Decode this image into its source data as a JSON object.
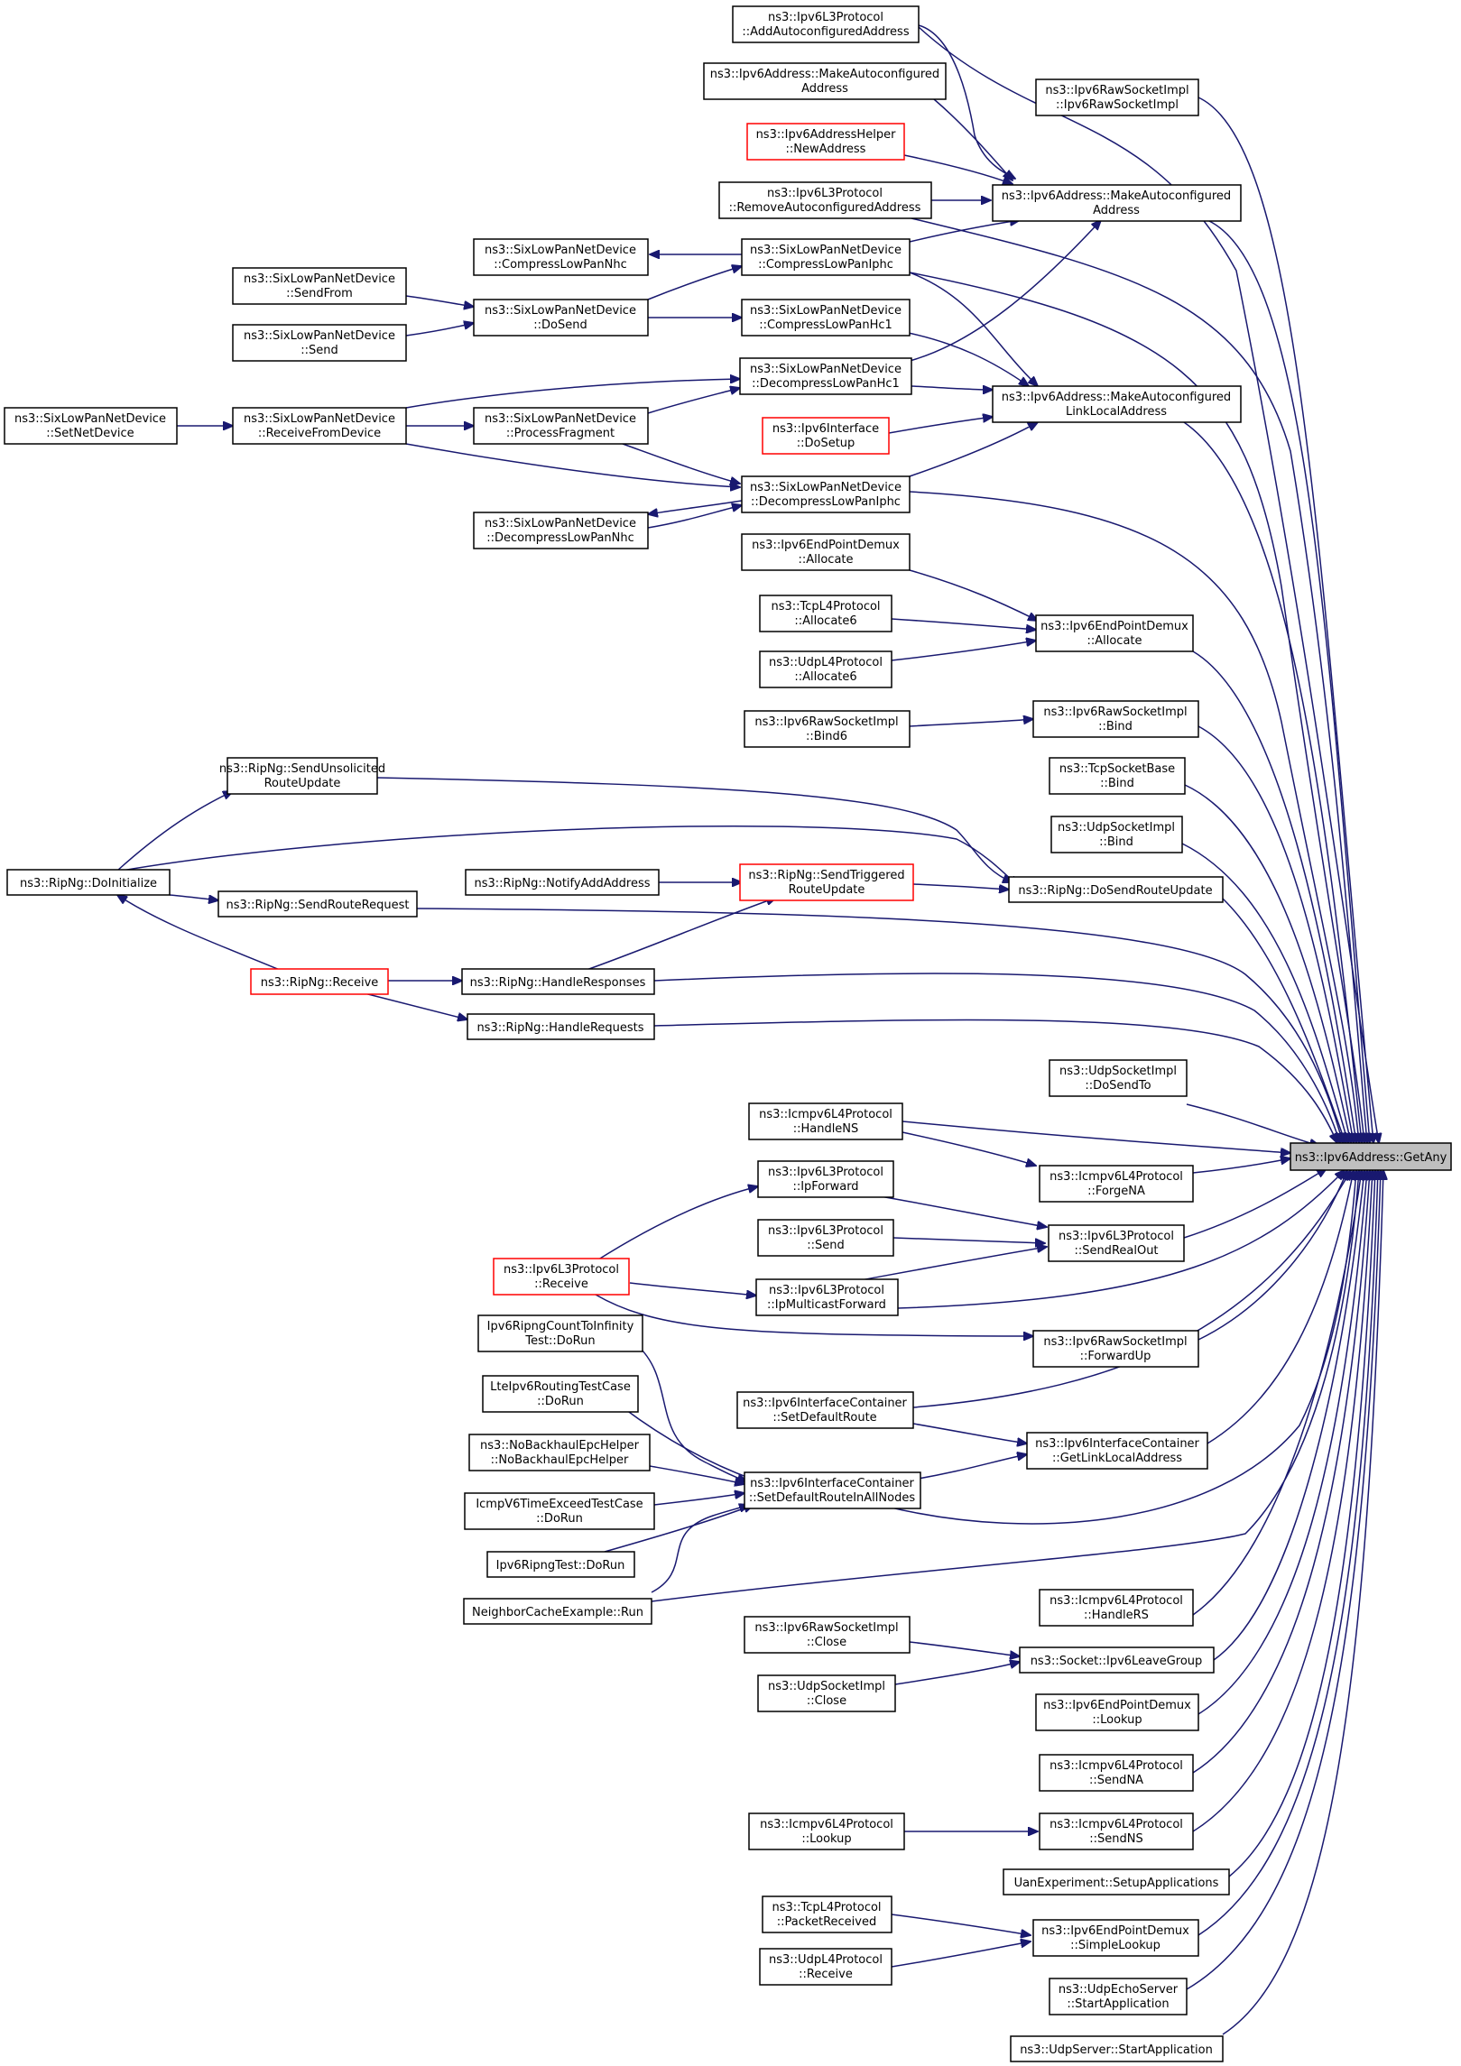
{
  "graph": {
    "nodes": [
      {
        "id": "target",
        "lines": [
          "ns3::Ipv6Address::GetAny"
        ],
        "kind": "target"
      },
      {
        "id": "rawctor",
        "lines": [
          "ns3::Ipv6RawSocketImpl",
          "::Ipv6RawSocketImpl"
        ]
      },
      {
        "id": "mkauto",
        "lines": [
          "ns3::Ipv6Address::MakeAutoconfigured",
          "Address"
        ]
      },
      {
        "id": "addauto",
        "lines": [
          "ns3::Ipv6L3Protocol",
          "::AddAutoconfiguredAddress"
        ]
      },
      {
        "id": "mkauto2",
        "lines": [
          "ns3::Ipv6Address::MakeAutoconfigured",
          "Address"
        ]
      },
      {
        "id": "newaddr",
        "lines": [
          "ns3::Ipv6AddressHelper",
          "::NewAddress"
        ],
        "kind": "red"
      },
      {
        "id": "rmauto",
        "lines": [
          "ns3::Ipv6L3Protocol",
          "::RemoveAutoconfiguredAddress"
        ]
      },
      {
        "id": "cnhc",
        "lines": [
          "ns3::SixLowPanNetDevice",
          "::CompressLowPanNhc"
        ]
      },
      {
        "id": "ciphc",
        "lines": [
          "ns3::SixLowPanNetDevice",
          "::CompressLowPanIphc"
        ]
      },
      {
        "id": "sendfrom",
        "lines": [
          "ns3::SixLowPanNetDevice",
          "::SendFrom"
        ]
      },
      {
        "id": "dosend",
        "lines": [
          "ns3::SixLowPanNetDevice",
          "::DoSend"
        ]
      },
      {
        "id": "chc1",
        "lines": [
          "ns3::SixLowPanNetDevice",
          "::CompressLowPanHc1"
        ]
      },
      {
        "id": "send6lp",
        "lines": [
          "ns3::SixLowPanNetDevice",
          "::Send"
        ]
      },
      {
        "id": "dhc1",
        "lines": [
          "ns3::SixLowPanNetDevice",
          "::DecompressLowPanHc1"
        ]
      },
      {
        "id": "mklla",
        "lines": [
          "ns3::Ipv6Address::MakeAutoconfigured",
          "LinkLocalAddress"
        ]
      },
      {
        "id": "setnd",
        "lines": [
          "ns3::SixLowPanNetDevice",
          "::SetNetDevice"
        ]
      },
      {
        "id": "rxfrom",
        "lines": [
          "ns3::SixLowPanNetDevice",
          "::ReceiveFromDevice"
        ]
      },
      {
        "id": "procfrag",
        "lines": [
          "ns3::SixLowPanNetDevice",
          "::ProcessFragment"
        ]
      },
      {
        "id": "ifsetup",
        "lines": [
          "ns3::Ipv6Interface",
          "::DoSetup"
        ],
        "kind": "red"
      },
      {
        "id": "diphc",
        "lines": [
          "ns3::SixLowPanNetDevice",
          "::DecompressLowPanIphc"
        ]
      },
      {
        "id": "dnhc",
        "lines": [
          "ns3::SixLowPanNetDevice",
          "::DecompressLowPanNhc"
        ]
      },
      {
        "id": "epalloc2",
        "lines": [
          "ns3::Ipv6EndPointDemux",
          "::Allocate"
        ]
      },
      {
        "id": "tcpalloc",
        "lines": [
          "ns3::TcpL4Protocol",
          "::Allocate6"
        ]
      },
      {
        "id": "epalloc",
        "lines": [
          "ns3::Ipv6EndPointDemux",
          "::Allocate"
        ]
      },
      {
        "id": "udpalloc",
        "lines": [
          "ns3::UdpL4Protocol",
          "::Allocate6"
        ]
      },
      {
        "id": "rawbind6",
        "lines": [
          "ns3::Ipv6RawSocketImpl",
          "::Bind6"
        ]
      },
      {
        "id": "rawbind",
        "lines": [
          "ns3::Ipv6RawSocketImpl",
          "::Bind"
        ]
      },
      {
        "id": "unsol",
        "lines": [
          "ns3::RipNg::SendUnsolicited",
          "RouteUpdate"
        ]
      },
      {
        "id": "tcpbind",
        "lines": [
          "ns3::TcpSocketBase",
          "::Bind"
        ]
      },
      {
        "id": "udpbind",
        "lines": [
          "ns3::UdpSocketImpl",
          "::Bind"
        ]
      },
      {
        "id": "doinit",
        "lines": [
          "ns3::RipNg::DoInitialize"
        ]
      },
      {
        "id": "notify",
        "lines": [
          "ns3::RipNg::NotifyAddAddress"
        ]
      },
      {
        "id": "trig",
        "lines": [
          "ns3::RipNg::SendTriggered",
          "RouteUpdate"
        ],
        "kind": "red"
      },
      {
        "id": "dsru",
        "lines": [
          "ns3::RipNg::DoSendRouteUpdate"
        ]
      },
      {
        "id": "sreq",
        "lines": [
          "ns3::RipNg::SendRouteRequest"
        ]
      },
      {
        "id": "ripr",
        "lines": [
          "ns3::RipNg::Receive"
        ],
        "kind": "red"
      },
      {
        "id": "hresp",
        "lines": [
          "ns3::RipNg::HandleResponses"
        ]
      },
      {
        "id": "hreq",
        "lines": [
          "ns3::RipNg::HandleRequests"
        ]
      },
      {
        "id": "udpsendto",
        "lines": [
          "ns3::UdpSocketImpl",
          "::DoSendTo"
        ]
      },
      {
        "id": "hns",
        "lines": [
          "ns3::Icmpv6L4Protocol",
          "::HandleNS"
        ]
      },
      {
        "id": "ipfwd",
        "lines": [
          "ns3::Ipv6L3Protocol",
          "::IpForward"
        ]
      },
      {
        "id": "forgena",
        "lines": [
          "ns3::Icmpv6L4Protocol",
          "::ForgeNA"
        ]
      },
      {
        "id": "l3send",
        "lines": [
          "ns3::Ipv6L3Protocol",
          "::Send"
        ]
      },
      {
        "id": "sro",
        "lines": [
          "ns3::Ipv6L3Protocol",
          "::SendRealOut"
        ]
      },
      {
        "id": "l3recv",
        "lines": [
          "ns3::Ipv6L3Protocol",
          "::Receive"
        ],
        "kind": "red"
      },
      {
        "id": "ipmcf",
        "lines": [
          "ns3::Ipv6L3Protocol",
          "::IpMulticastForward"
        ]
      },
      {
        "id": "ripcti",
        "lines": [
          "Ipv6RipngCountToInfinity",
          "Test::DoRun"
        ]
      },
      {
        "id": "rawfwd",
        "lines": [
          "ns3::Ipv6RawSocketImpl",
          "::ForwardUp"
        ]
      },
      {
        "id": "lterun",
        "lines": [
          "LteIpv6RoutingTestCase",
          "::DoRun"
        ]
      },
      {
        "id": "ifcdr",
        "lines": [
          "ns3::Ipv6InterfaceContainer",
          "::SetDefaultRoute"
        ]
      },
      {
        "id": "nobh",
        "lines": [
          "ns3::NoBackhaulEpcHelper",
          "::NoBackhaulEpcHelper"
        ]
      },
      {
        "id": "ifcgll",
        "lines": [
          "ns3::Ipv6InterfaceContainer",
          "::GetLinkLocalAddress"
        ]
      },
      {
        "id": "ifcdran",
        "lines": [
          "ns3::Ipv6InterfaceContainer",
          "::SetDefaultRouteInAllNodes"
        ]
      },
      {
        "id": "icmpte",
        "lines": [
          "IcmpV6TimeExceedTestCase",
          "::DoRun"
        ]
      },
      {
        "id": "riptest",
        "lines": [
          "Ipv6RipngTest::DoRun"
        ]
      },
      {
        "id": "ncex",
        "lines": [
          "NeighborCacheExample::Run"
        ]
      },
      {
        "id": "hrs",
        "lines": [
          "ns3::Icmpv6L4Protocol",
          "::HandleRS"
        ]
      },
      {
        "id": "rawclose",
        "lines": [
          "ns3::Ipv6RawSocketImpl",
          "::Close"
        ]
      },
      {
        "id": "leave",
        "lines": [
          "ns3::Socket::Ipv6LeaveGroup"
        ]
      },
      {
        "id": "udpclose",
        "lines": [
          "ns3::UdpSocketImpl",
          "::Close"
        ]
      },
      {
        "id": "eplookup",
        "lines": [
          "ns3::Ipv6EndPointDemux",
          "::Lookup"
        ]
      },
      {
        "id": "sendna",
        "lines": [
          "ns3::Icmpv6L4Protocol",
          "::SendNA"
        ]
      },
      {
        "id": "icmplookup",
        "lines": [
          "ns3::Icmpv6L4Protocol",
          "::Lookup"
        ]
      },
      {
        "id": "sendns",
        "lines": [
          "ns3::Icmpv6L4Protocol",
          "::SendNS"
        ]
      },
      {
        "id": "uansetup",
        "lines": [
          "UanExperiment::SetupApplications"
        ]
      },
      {
        "id": "tcppr",
        "lines": [
          "ns3::TcpL4Protocol",
          "::PacketReceived"
        ]
      },
      {
        "id": "slookup",
        "lines": [
          "ns3::Ipv6EndPointDemux",
          "::SimpleLookup"
        ]
      },
      {
        "id": "udprecv",
        "lines": [
          "ns3::UdpL4Protocol",
          "::Receive"
        ]
      },
      {
        "id": "echostart",
        "lines": [
          "ns3::UdpEchoServer",
          "::StartApplication"
        ]
      },
      {
        "id": "udpsrvstart",
        "lines": [
          "ns3::UdpServer::StartApplication"
        ]
      }
    ]
  }
}
